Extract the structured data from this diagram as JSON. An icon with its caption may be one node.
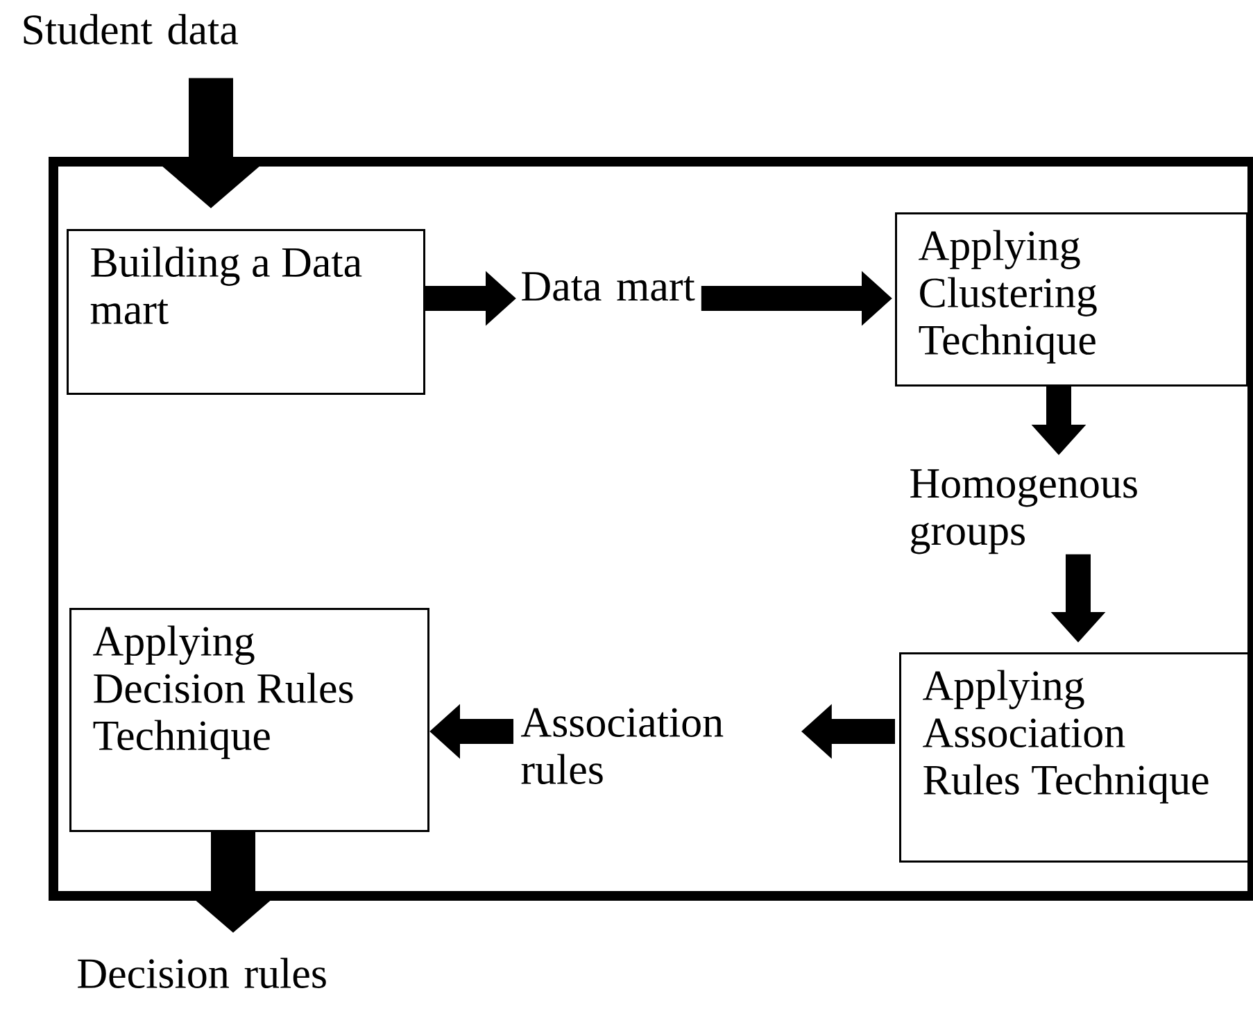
{
  "diagram": {
    "nodes": [
      {
        "text": [
          "Student data"
        ]
      },
      {
        "text": [],
        "shape": "box"
      },
      {
        "text": [
          "Building a Data mart"
        ],
        "in": 1
      },
      {
        "text": [
          "Data mart"
        ],
        "in": 1
      },
      {
        "text": [
          "Applying Clustering Technique"
        ],
        "in": 1
      },
      {
        "text": [
          "Homogenous groups"
        ],
        "in": 1
      },
      {
        "text": [
          "Applying Decision Rules Technique"
        ],
        "in": 1
      },
      {
        "text": [
          "Association rules"
        ],
        "in": 1
      },
      {
        "text": [
          "Applying Association Rules Technique"
        ],
        "in": 1
      },
      {
        "text": [
          "Decision rules"
        ]
      }
    ],
    "edges": [
      {
        "from": 0,
        "to": 2,
        "arrow": "to"
      },
      {
        "from": 2,
        "to": 3,
        "arrow": "to"
      },
      {
        "from": 3,
        "to": 4,
        "arrow": "to"
      },
      {
        "from": 4,
        "to": 5,
        "arrow": "to"
      },
      {
        "from": 5,
        "to": 8,
        "arrow": "to"
      },
      {
        "from": 8,
        "to": 7,
        "arrow": "to"
      },
      {
        "from": 7,
        "to": 6,
        "arrow": "to"
      },
      {
        "from": 6,
        "to": 9,
        "arrow": "to"
      }
    ]
  }
}
